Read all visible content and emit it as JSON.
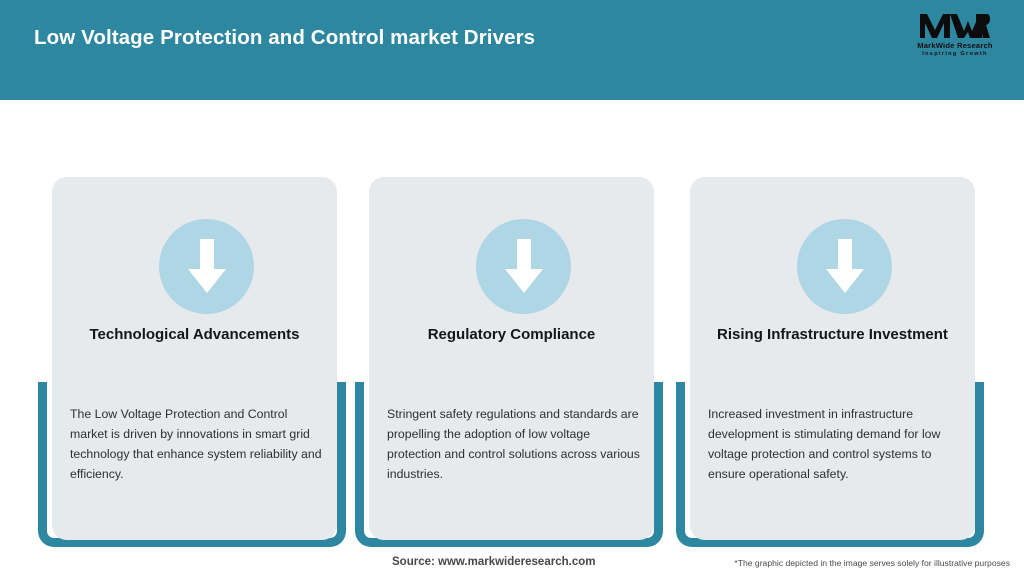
{
  "header": {
    "title": "Low Voltage Protection and Control market Drivers",
    "band_color": "#2e87a0",
    "title_color": "#ffffff"
  },
  "logo": {
    "mark": "MWR",
    "name": "MarkWide Research",
    "tagline": "Inspiring Growth"
  },
  "theme": {
    "accent_teal": "#2e87a0",
    "card_grey": "#e6eaec",
    "icon_circle_blue": "#aed6e5",
    "arrow_white": "#ffffff"
  },
  "cards": [
    {
      "icon": "arrow-down-icon",
      "heading": "Technological Advancements",
      "body": "The Low Voltage Protection and Control market is driven by innovations in smart grid technology that enhance system reliability and efficiency."
    },
    {
      "icon": "arrow-down-icon",
      "heading": "Regulatory Compliance",
      "body": "Stringent safety regulations and standards are propelling the adoption of low voltage protection and control solutions across various industries."
    },
    {
      "icon": "arrow-down-icon",
      "heading": "Rising Infrastructure Investment",
      "body": "Increased investment in infrastructure development is stimulating demand for low voltage protection and control systems to ensure operational safety."
    }
  ],
  "footer": {
    "source": "Source: www.markwideresearch.com",
    "note": "*The graphic depicted in the image serves solely for illustrative purposes"
  }
}
